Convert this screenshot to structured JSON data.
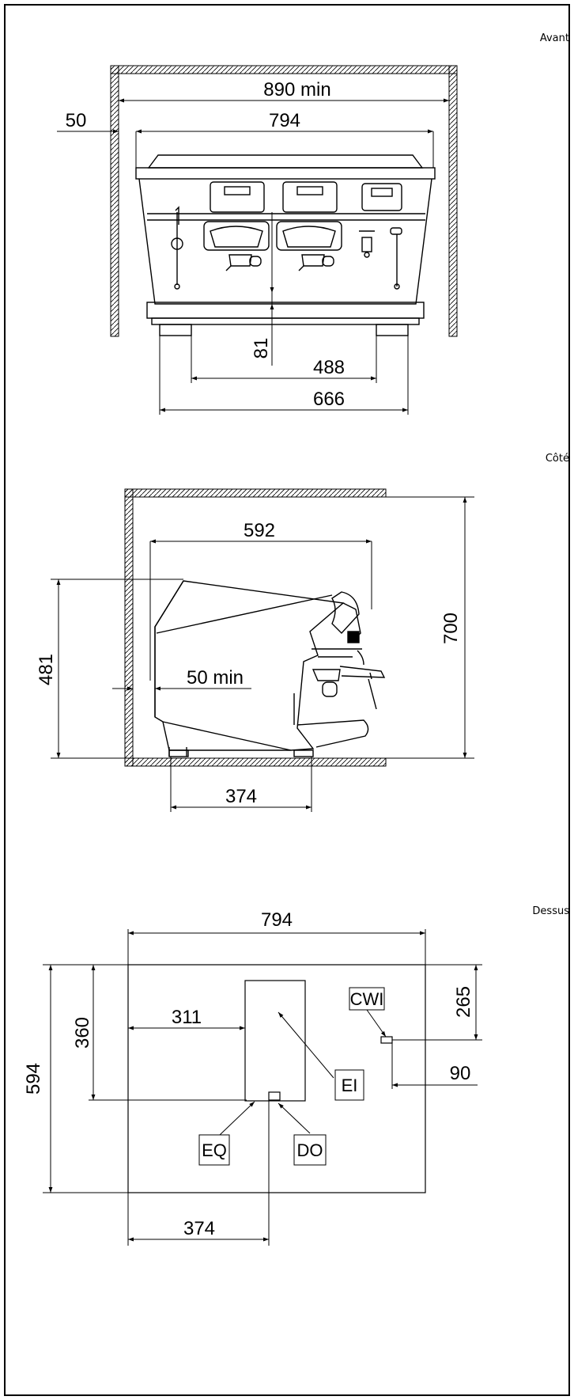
{
  "views": {
    "front": "Avant",
    "side": "Côté",
    "top": "Dessus"
  },
  "front_dims": {
    "width_min": "890 min",
    "machine_width": "794",
    "wall_gap": "50",
    "height_81": "81",
    "feet_inner": "488",
    "feet_outer": "666"
  },
  "side_dims": {
    "depth": "592",
    "height_700": "700",
    "height_481": "481",
    "rear_gap": "50 min",
    "feet": "374"
  },
  "top_dims": {
    "width": "794",
    "depth": "594",
    "d360": "360",
    "d311": "311",
    "d265": "265",
    "d90": "90",
    "d374": "374"
  },
  "connections": {
    "cwi": "CWI",
    "ei": "EI",
    "eq": "EQ",
    "do": "DO"
  }
}
